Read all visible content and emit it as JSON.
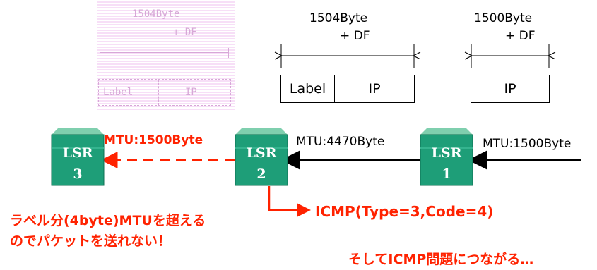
{
  "ghost_panel": {
    "size_label": "1504Byte",
    "df_label": "+ DF",
    "cell_label": "Label",
    "cell_ip": "IP"
  },
  "packet_1504": {
    "size_label": "1504Byte",
    "df_label": "+ DF",
    "cell_label": "Label",
    "cell_ip": "IP"
  },
  "packet_1500": {
    "size_label": "1500Byte",
    "df_label": "+ DF",
    "cell_ip": "IP"
  },
  "routers": [
    {
      "name": "LSR",
      "number": "3"
    },
    {
      "name": "LSR",
      "number": "2"
    },
    {
      "name": "LSR",
      "number": "1"
    }
  ],
  "links": {
    "mtu_lsr3_lsr2": "MTU:1500Byte",
    "mtu_lsr2_lsr1": "MTU:4470Byte",
    "mtu_ingress": "MTU:1500Byte"
  },
  "annotations": {
    "icmp": "ICMP(Type=3,Code=4)",
    "reason_line1": "ラベル分(4byte)MTUを超える",
    "reason_line2": "のでパケットを送れない！",
    "consequence": "そしてICMP問題につながる…"
  },
  "colors": {
    "router_face": "#1e9e78",
    "router_top": "#7fcfae",
    "router_side": "#0f6f52",
    "alert": "#ff2200",
    "ghost": "#f7dff7"
  }
}
